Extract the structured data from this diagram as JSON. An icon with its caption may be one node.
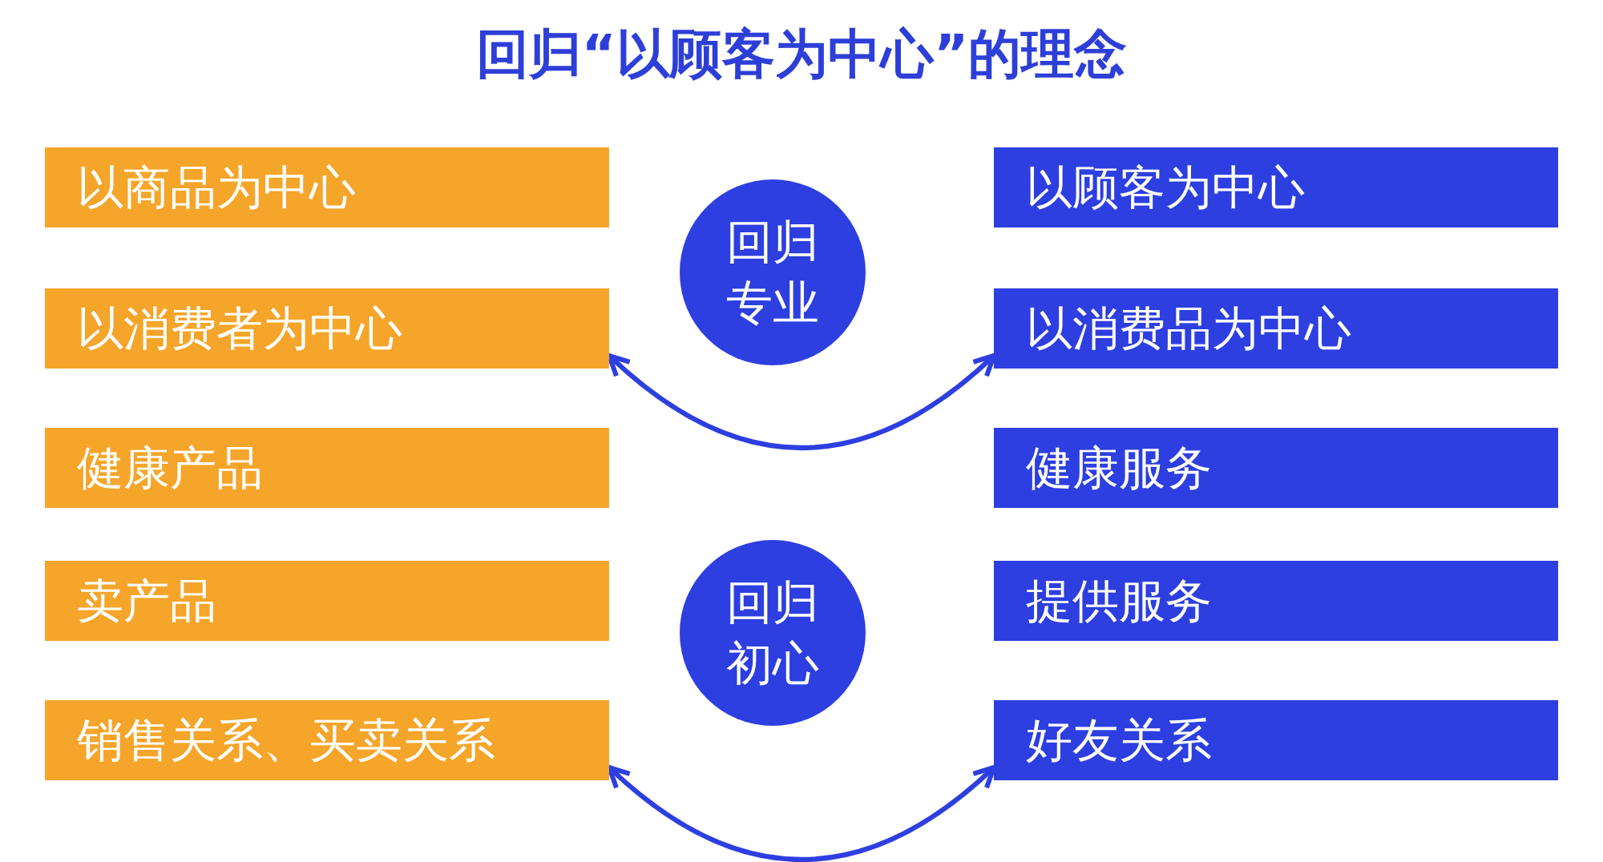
{
  "diagram": {
    "title": "回归“以顾客为中心”的理念",
    "nodes": [
      {
        "text": [
          "以商品为中心"
        ]
      },
      {
        "text": [
          "以消费者为中心"
        ]
      },
      {
        "text": [
          "健康产品"
        ]
      },
      {
        "text": [
          "卖产品"
        ]
      },
      {
        "text": [
          "销售关系、买卖关系"
        ]
      },
      {
        "text": [
          "以顾客为中心"
        ]
      },
      {
        "text": [
          "以消费品为中心"
        ]
      },
      {
        "text": [
          "健康服务"
        ]
      },
      {
        "text": [
          "提供服务"
        ]
      },
      {
        "text": [
          "好友关系"
        ]
      },
      {
        "text": [
          "回归专业"
        ]
      },
      {
        "text": [
          "回归初心"
        ]
      }
    ],
    "edges": [
      {
        "from": 1,
        "to": 6,
        "arrow": "both"
      },
      {
        "from": 4,
        "to": 9,
        "arrow": "both"
      }
    ]
  }
}
